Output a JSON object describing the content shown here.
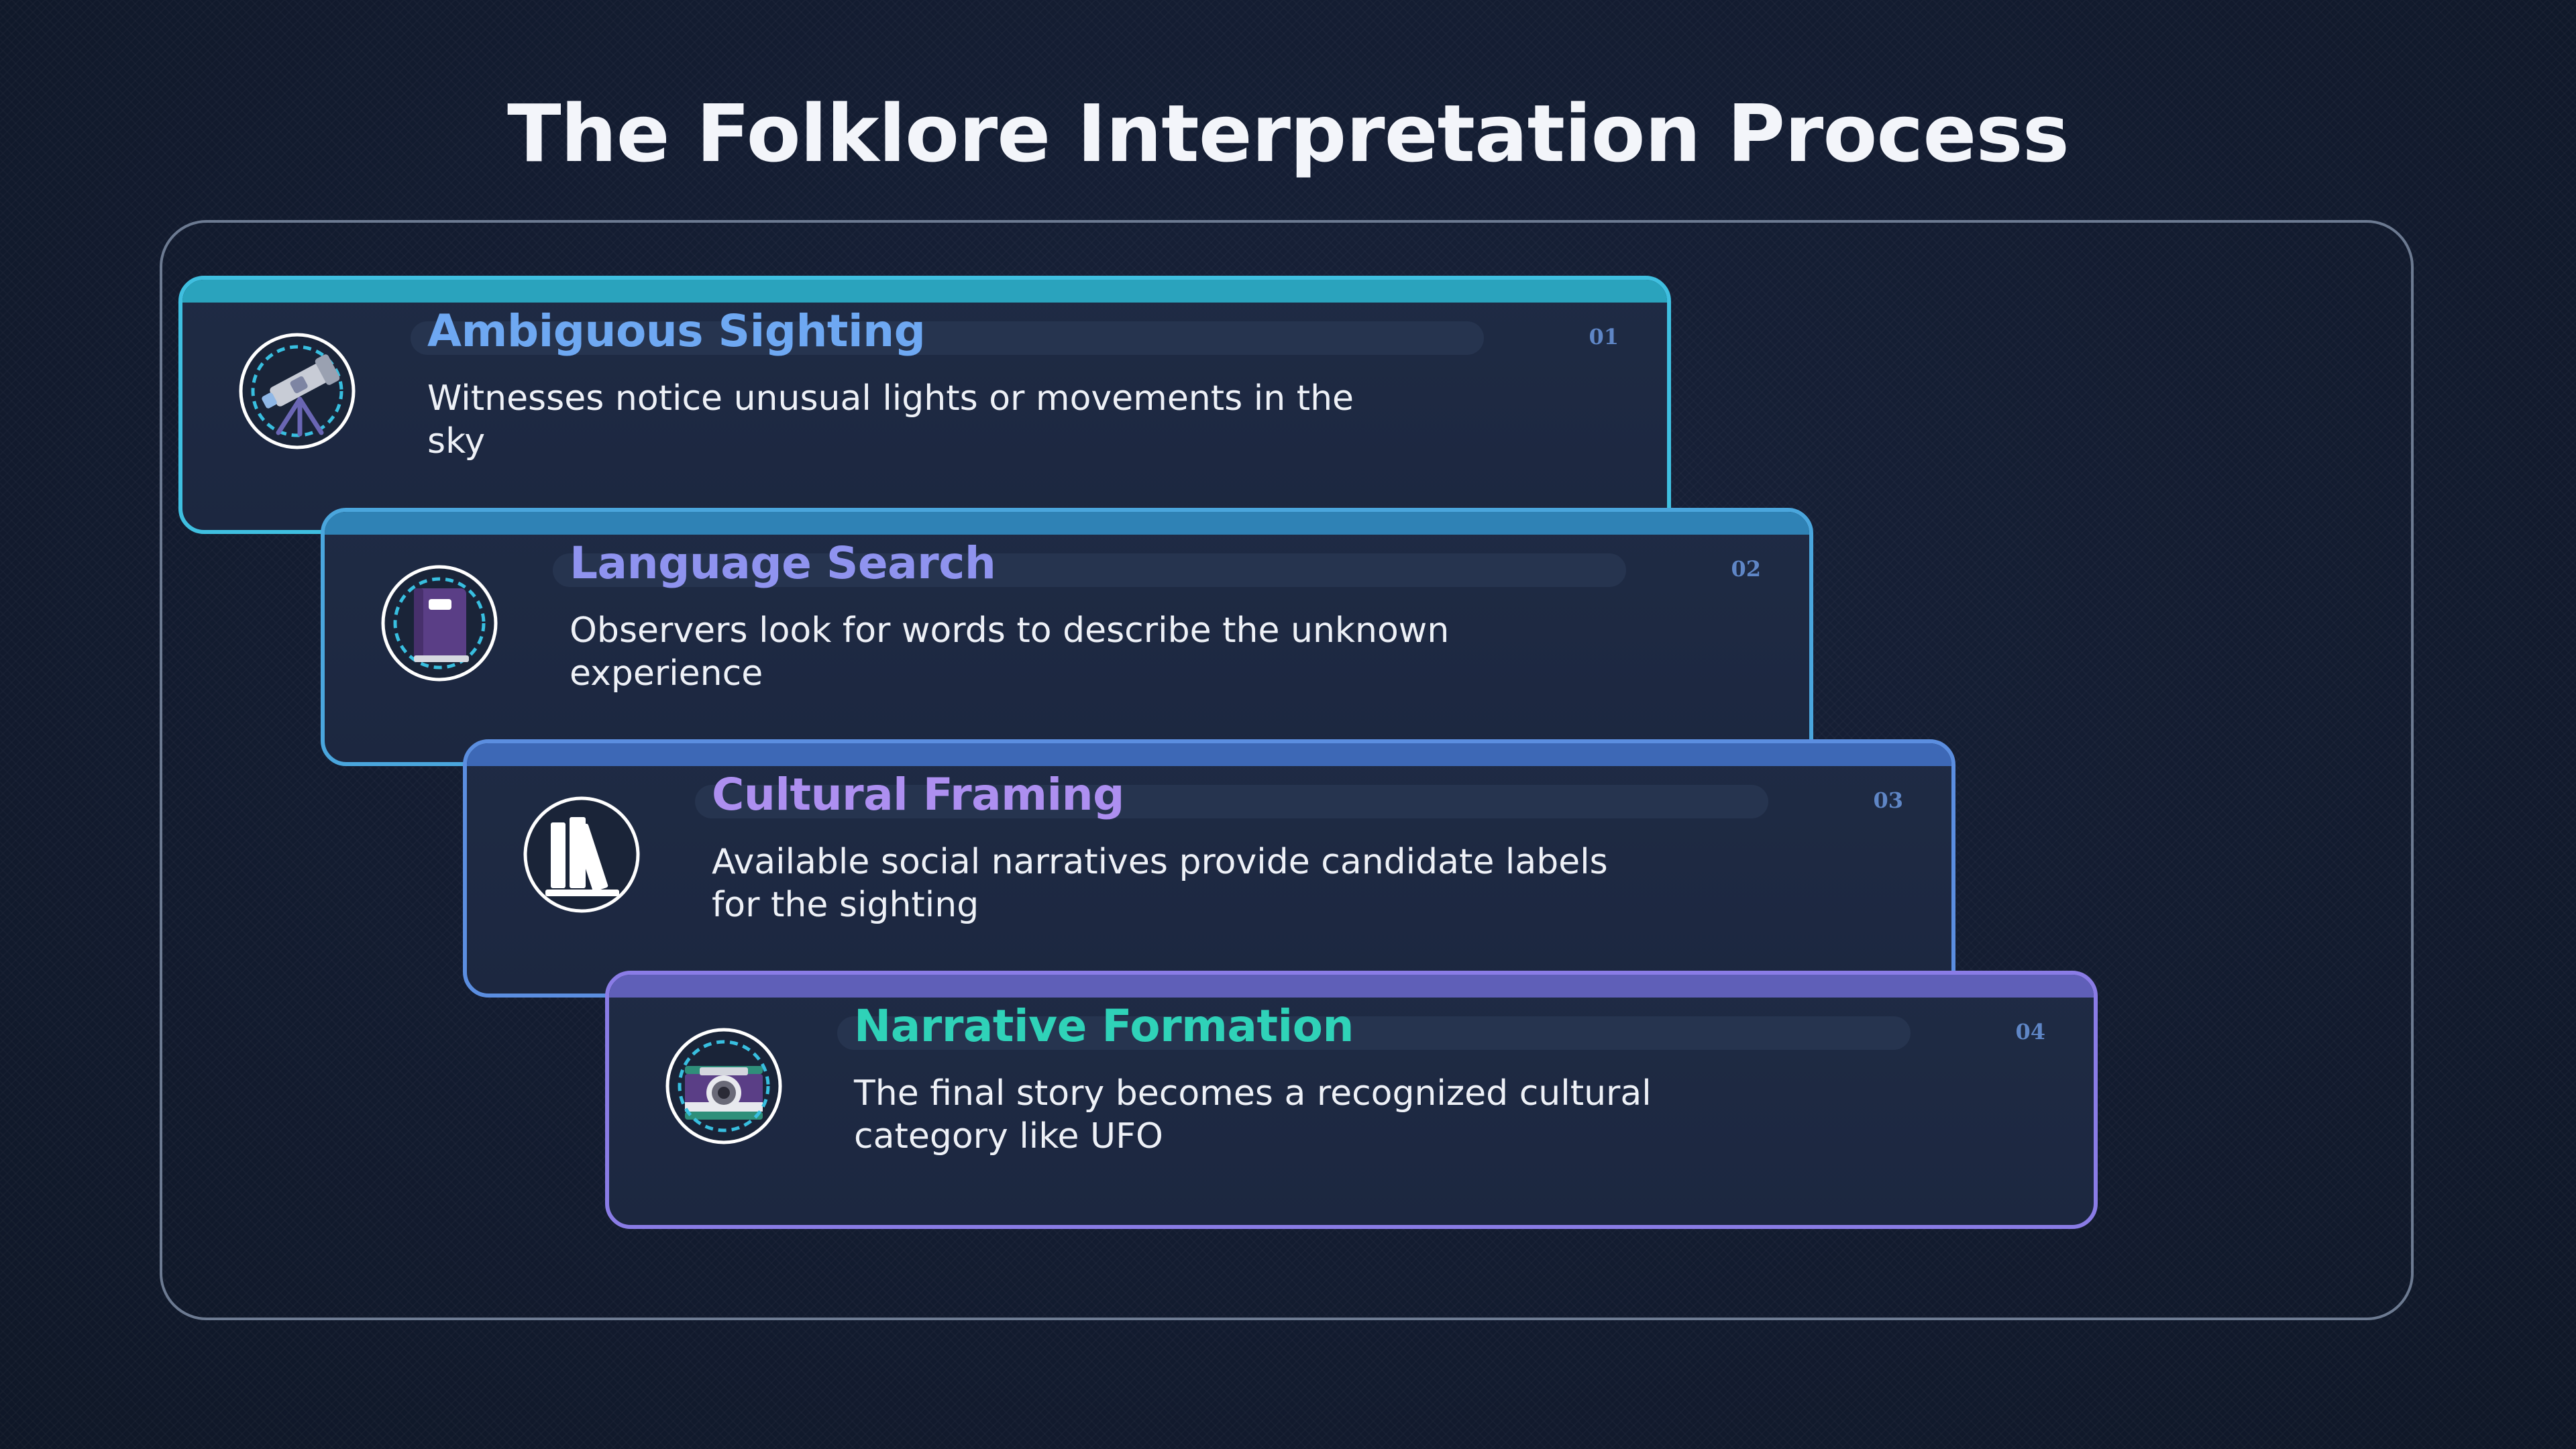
{
  "title": "The Folklore Interpretation Process",
  "steps": [
    {
      "number": "01",
      "title": "Ambiguous Sighting",
      "description": "Witnesses notice unusual lights or movements in the sky",
      "icon": "telescope-icon"
    },
    {
      "number": "02",
      "title": "Language Search",
      "description": "Observers look for words to describe the unknown experience",
      "icon": "book-icon"
    },
    {
      "number": "03",
      "title": "Cultural Framing",
      "description": "Available social narratives provide candidate labels for the sighting",
      "icon": "books-icon"
    },
    {
      "number": "04",
      "title": "Narrative Formation",
      "description": "The final story becomes a recognized cultural category like UFO",
      "icon": "camera-icon"
    }
  ],
  "colors": {
    "background": "#131c30",
    "card": "#1f2b44",
    "step1_accent": "#3fbfe0",
    "step2_accent": "#4aa6dd",
    "step3_accent": "#5b8ee0",
    "step4_accent": "#8a7ce6"
  }
}
